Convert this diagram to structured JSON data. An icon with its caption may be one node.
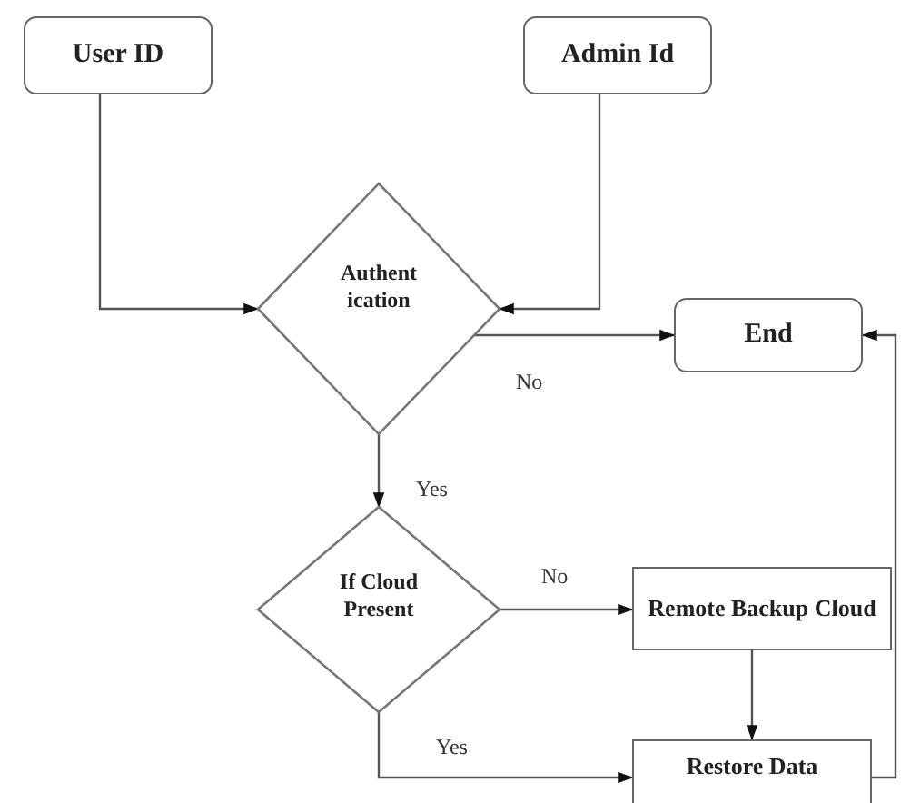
{
  "diagram": {
    "nodes": [
      {
        "text": [
          "User ID"
        ]
      },
      {
        "text": [
          "Admin Id"
        ]
      },
      {
        "text": [
          "Authent ication"
        ]
      },
      {
        "text": [
          "End"
        ]
      },
      {
        "text": [
          "If Cloud Present"
        ]
      },
      {
        "text": [
          "Remote Backup Cloud"
        ]
      },
      {
        "text": [
          "Restore Data"
        ]
      }
    ],
    "edges": [
      {
        "from": 0,
        "to": 2,
        "arrow": "to"
      },
      {
        "from": 1,
        "to": 2,
        "arrow": "to"
      },
      {
        "from": 2,
        "to": 3,
        "arrow": "to",
        "label": "No"
      },
      {
        "from": 2,
        "to": 4,
        "arrow": "to",
        "label": "Yes"
      },
      {
        "from": 4,
        "to": 5,
        "arrow": "to",
        "label": "No"
      },
      {
        "from": 5,
        "to": 6,
        "arrow": "to"
      },
      {
        "from": 4,
        "to": 6,
        "arrow": "to",
        "label": "Yes"
      },
      {
        "from": 6,
        "to": 3,
        "arrow": "to"
      }
    ]
  }
}
